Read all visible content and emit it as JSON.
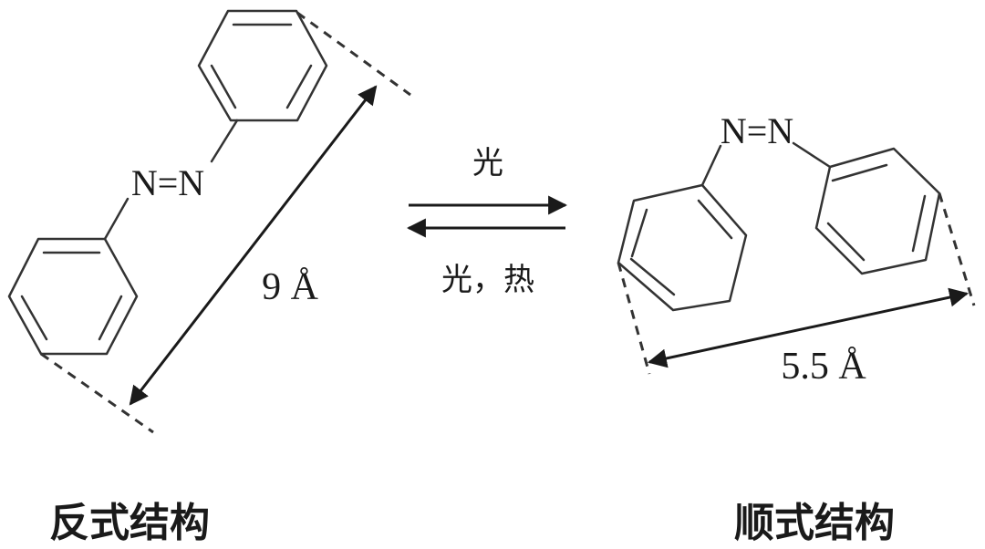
{
  "trans": {
    "atom_left": "N",
    "bond": "=",
    "atom_right": "N",
    "distance_label": "9 Å",
    "caption": "反式结构"
  },
  "cis": {
    "atom_left": "N",
    "bond": "=",
    "atom_right": "N",
    "distance_label": "5.5 Å",
    "caption": "顺式结构"
  },
  "equilibrium": {
    "forward_condition": "光",
    "reverse_condition": "光，热"
  }
}
